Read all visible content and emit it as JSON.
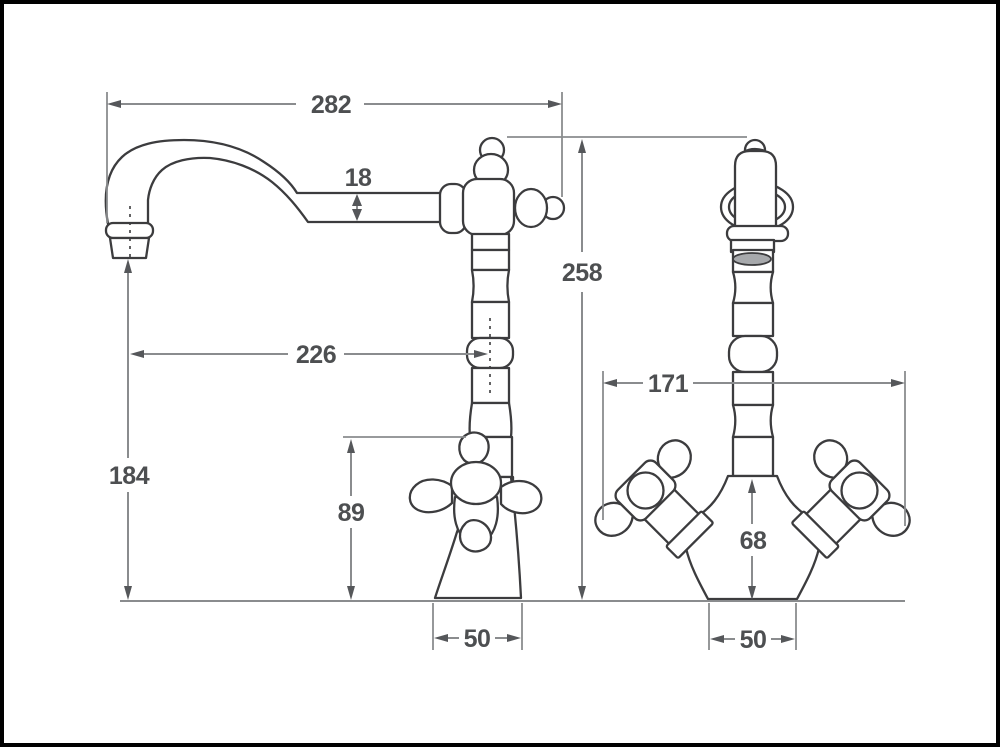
{
  "drawing": {
    "type": "technical-dimension-drawing",
    "subject": "two-handle mixer tap, side view and front view",
    "dims": {
      "overall_width": "282",
      "spout_tube": "18",
      "overall_height": "258",
      "spout_reach": "226",
      "handle_span": "171",
      "spout_height": "184",
      "handle_height": "89",
      "body_height": "68",
      "base_width_side": "50",
      "base_width_front": "50"
    },
    "colors": {
      "background": "#ffffff",
      "frame_border": "#000000",
      "outline": "#3c3c3e",
      "dimension_line": "#8a8c8e",
      "dimension_text": "#4d4f51",
      "arrowhead": "#55575a",
      "spout_opening_shade": "#a7a9ac"
    }
  }
}
